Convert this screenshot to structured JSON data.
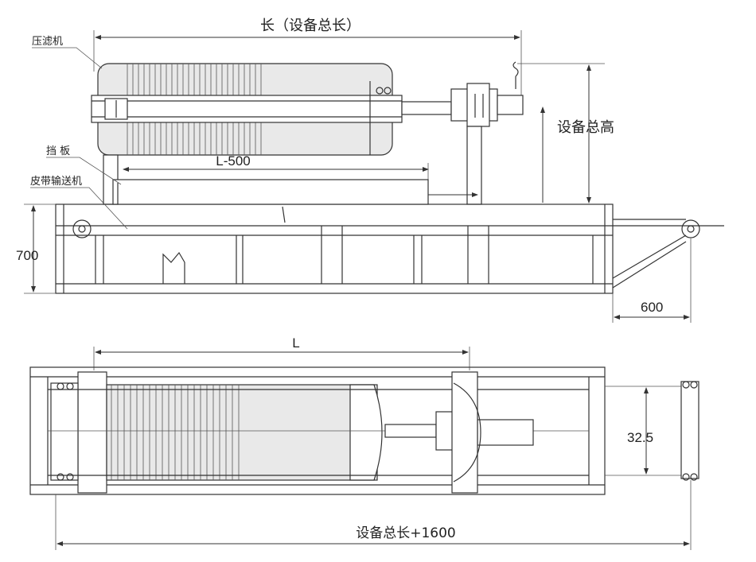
{
  "labels": {
    "filter_press": "压滤机",
    "baffle": "挡 板",
    "belt_conveyor": "皮带输送机"
  },
  "dimensions": {
    "total_length": "长（设备总长）",
    "total_height": "设备总高",
    "l_minus_500": "L-500",
    "l_upper": "L",
    "height_700": "700",
    "extension_600": "600",
    "l_lower": "L",
    "width_32_5": "32.5",
    "total_length_plus": "设备总长+1600"
  },
  "colors": {
    "line": "#333333",
    "body_fill": "#e9e9e9",
    "background": "#ffffff"
  }
}
